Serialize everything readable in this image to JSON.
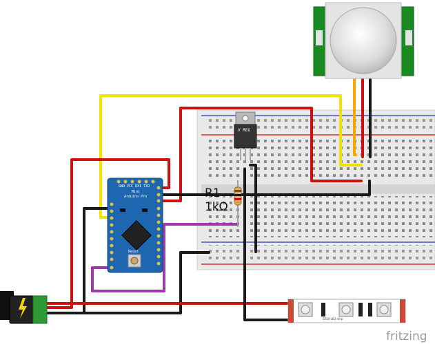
{
  "resistor": {
    "ref": "R1",
    "value": "1kΩ"
  },
  "arduino": {
    "header_pins": "GND VCC RXI TXO",
    "name_line1": "Mini",
    "name_line2": "Arduino Pro",
    "reset_label": "Reset"
  },
  "regulator": {
    "label": "V REG"
  },
  "led_strip": {
    "label": "5050 LED strip"
  },
  "brand": {
    "name": "fritzing"
  },
  "colors": {
    "wire_red": "#cc1111",
    "wire_black": "#1a1a1a",
    "wire_yellow": "#f2e200",
    "wire_purple": "#9b3aa8",
    "wire_orange": "#f7a800",
    "arduino_blue": "#1f66b0",
    "pir_green": "#1a8a22",
    "breadboard": "#e9e9e9"
  }
}
